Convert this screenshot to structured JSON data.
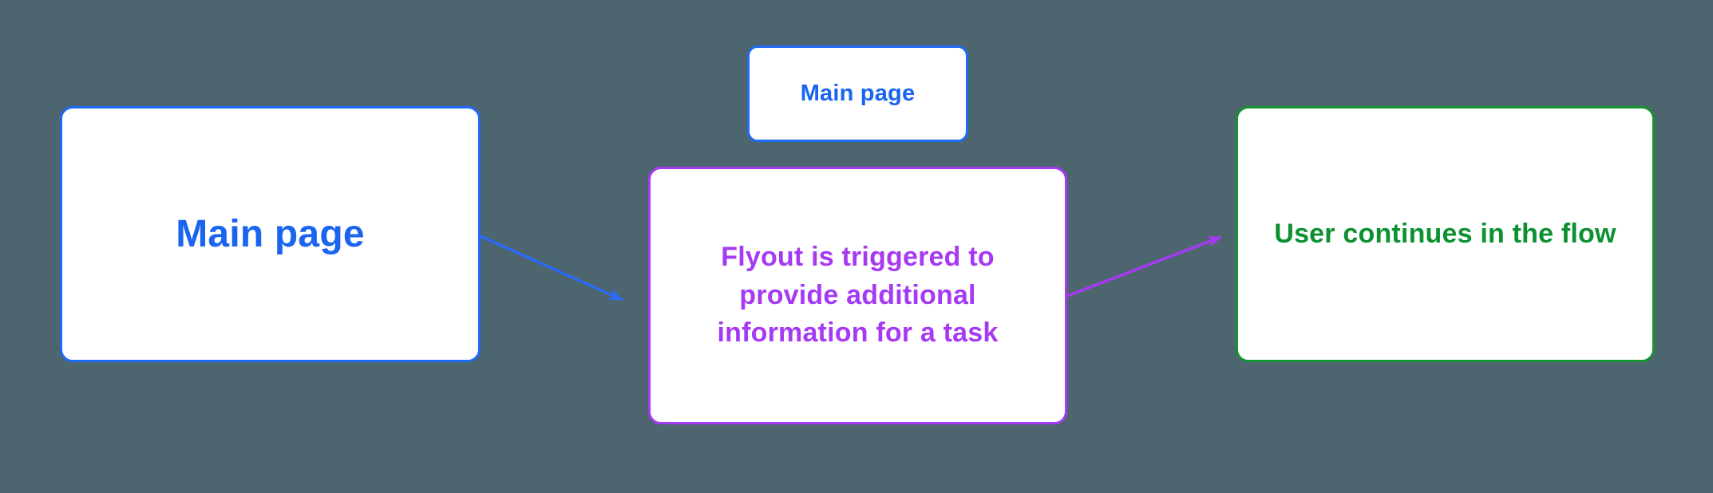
{
  "canvas": {
    "background_color": "#4D656E",
    "node_fill_color": "#FFFFFF"
  },
  "nodes": [
    {
      "id": "main-page",
      "label": "Main page",
      "text_color": "#1A64F0",
      "border_color": "#1E6AF8"
    },
    {
      "id": "main-page-mini",
      "label": "Main page",
      "text_color": "#1A64F0",
      "border_color": "#1E6AF8"
    },
    {
      "id": "flyout",
      "label": "Flyout is triggered to provide additional information for a task",
      "text_color": "#A63AF2",
      "border_color": "#A63AF2"
    },
    {
      "id": "user-continues",
      "label": "User continues in the flow",
      "text_color": "#0B9130",
      "border_color": "#169432"
    }
  ],
  "edges": [
    {
      "from": "main-page",
      "to": "flyout",
      "color": "#2A6AF5"
    },
    {
      "from": "flyout",
      "to": "user-continues",
      "color": "#A63AF2"
    }
  ]
}
